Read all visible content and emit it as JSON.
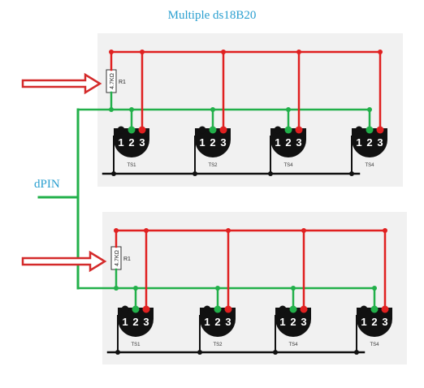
{
  "title": "Multiple ds18B20",
  "dpin_label": "dPIN",
  "resistor": {
    "name": "R1",
    "value": "4.7KΩ"
  },
  "sensors": [
    {
      "label": "TS1",
      "pins": [
        "1",
        "2",
        "3"
      ]
    },
    {
      "label": "TS2",
      "pins": [
        "1",
        "2",
        "3"
      ]
    },
    {
      "label": "TS4",
      "pins": [
        "1",
        "2",
        "3"
      ]
    },
    {
      "label": "TS4",
      "pins": [
        "1",
        "2",
        "3"
      ]
    }
  ],
  "colors": {
    "vcc": "#e02020",
    "data": "#22b04a",
    "ground": "#111111",
    "arrow": "#d42a2a",
    "panel": "#f1f1f1",
    "title": "#2a9fd0"
  }
}
